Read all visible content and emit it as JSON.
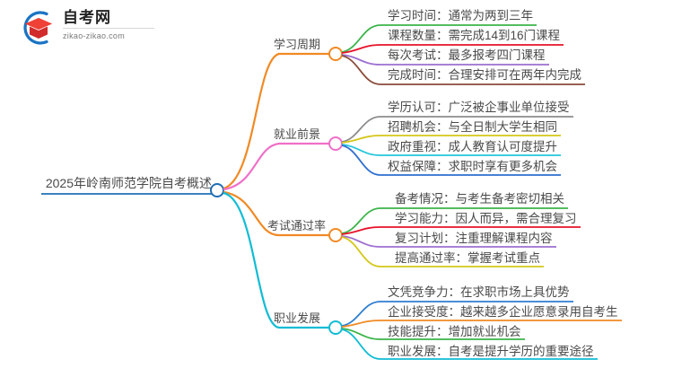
{
  "logo": {
    "mark": "graduation-cap-logo",
    "title": "自考网",
    "subtitle": "zikao-zikao.com",
    "arc_color": "#1b74c4",
    "cap_color": "#e03a3a"
  },
  "mindmap": {
    "root": {
      "label": "2025年岭南师范学院自考概述",
      "node_color": "#1f6fb5"
    },
    "branches": [
      {
        "label": "学习周期",
        "color": "#f08a24",
        "node_color": "#f08a24",
        "leaves": [
          {
            "label": "学习时间：通常为两到三年",
            "color": "#3cb44a"
          },
          {
            "label": "课程数量：需完成14到16门课程",
            "color": "#e8122a"
          },
          {
            "label": "每次考试：最多报考四门课程",
            "color": "#9d6fd0"
          },
          {
            "label": "完成时间：合理安排可在两年内完成",
            "color": "#8a4b3a"
          }
        ]
      },
      {
        "label": "就业前景",
        "color": "#ef6fc8",
        "node_color": "#ef6fc8",
        "leaves": [
          {
            "label": "学历认可：广泛被企事业单位接受",
            "color": "#8c8c8c"
          },
          {
            "label": "招聘机会：与全日制大学生相同",
            "color": "#d4c71a"
          },
          {
            "label": "政府重视：成人教育认可度提升",
            "color": "#26c6da"
          },
          {
            "label": "权益保障：求职时享有更多机会",
            "color": "#2f6fd0"
          }
        ]
      },
      {
        "label": "考试通过率",
        "color": "#f08a24",
        "node_color": "#f08a24",
        "leaves": [
          {
            "label": "备考情况：与考生备考密切相关",
            "color": "#3cb44a"
          },
          {
            "label": "学习能力：因人而异，需合理复习",
            "color": "#e8122a"
          },
          {
            "label": "复习计划：注重理解课程内容",
            "color": "#9d6fd0"
          },
          {
            "label": "提高通过率：掌握考试重点",
            "color": "#d4c71a"
          }
        ]
      },
      {
        "label": "职业发展",
        "color": "#11bcd4",
        "node_color": "#11bcd4",
        "leaves": [
          {
            "label": "文凭竞争力：在求职市场上具优势",
            "color": "#2f7fd0"
          },
          {
            "label": "企业接受度：越来越多企业愿意录用自考生",
            "color": "#f08a24"
          },
          {
            "label": "技能提升：增加就业机会",
            "color": "#3cb44a"
          },
          {
            "label": "职业发展：自考是提升学历的重要途径",
            "color": "#11bcd4"
          }
        ]
      }
    ]
  }
}
